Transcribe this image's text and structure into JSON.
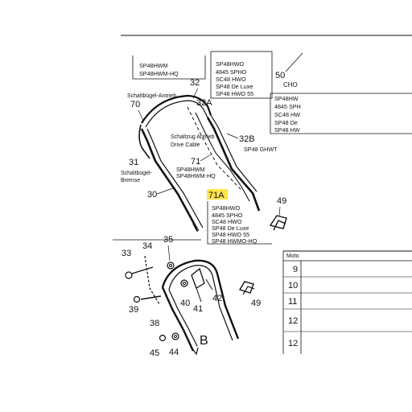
{
  "part_numbers": {
    "p30": "30",
    "p31": "31",
    "p32": "32",
    "p32a": "32A",
    "p32b": "32B",
    "p33": "33",
    "p34": "34",
    "p35": "35",
    "p38": "38",
    "p39": "39",
    "p40": "40",
    "p41": "41",
    "p42": "42",
    "p44": "44",
    "p45": "45",
    "p49a": "49",
    "p49b": "49",
    "p50": "50",
    "p70": "70",
    "p71": "71",
    "p71a": "71A",
    "section_b": "B"
  },
  "captions": {
    "drive_bar_de": "Schaltbügel-Antrieb",
    "brake_bar_de_1": "Schaltbügel-",
    "brake_bar_de_2": "Bremse",
    "cable_de": "Schaltzug Antrieb",
    "cable_en": "Drive Cable",
    "p32b_model": "SP48 GHWT",
    "p50_partial": "CHO",
    "model_table_header_partial": "Moto"
  },
  "model_lists": {
    "top_left": [
      "SP48HWM",
      "SP48HWM-HQ"
    ],
    "top_center": [
      "SP48HWO",
      "4845 SPHO",
      "SC48 HWO",
      "SP48 De Luxe",
      "SP48 HWO 55"
    ],
    "top_right_partial": [
      "SP48HW",
      "4845 SPH",
      "SC48 HW",
      "SP48 De",
      "SP48 HW"
    ],
    "p71": [
      "SP48HWM",
      "SP48HWM-HQ"
    ],
    "p71a": [
      "SP48HWO",
      "4845 SPHO",
      "SC48 HWO",
      "SP48 De Luxe",
      "SP48 HWO 55",
      "SP48 HWMO-HQ"
    ]
  },
  "table_partial_rows": [
    "9",
    "10",
    "11",
    "12",
    "12"
  ],
  "colors": {
    "highlight": "#ffe24a",
    "line": "#111111",
    "background": "#ffffff"
  }
}
